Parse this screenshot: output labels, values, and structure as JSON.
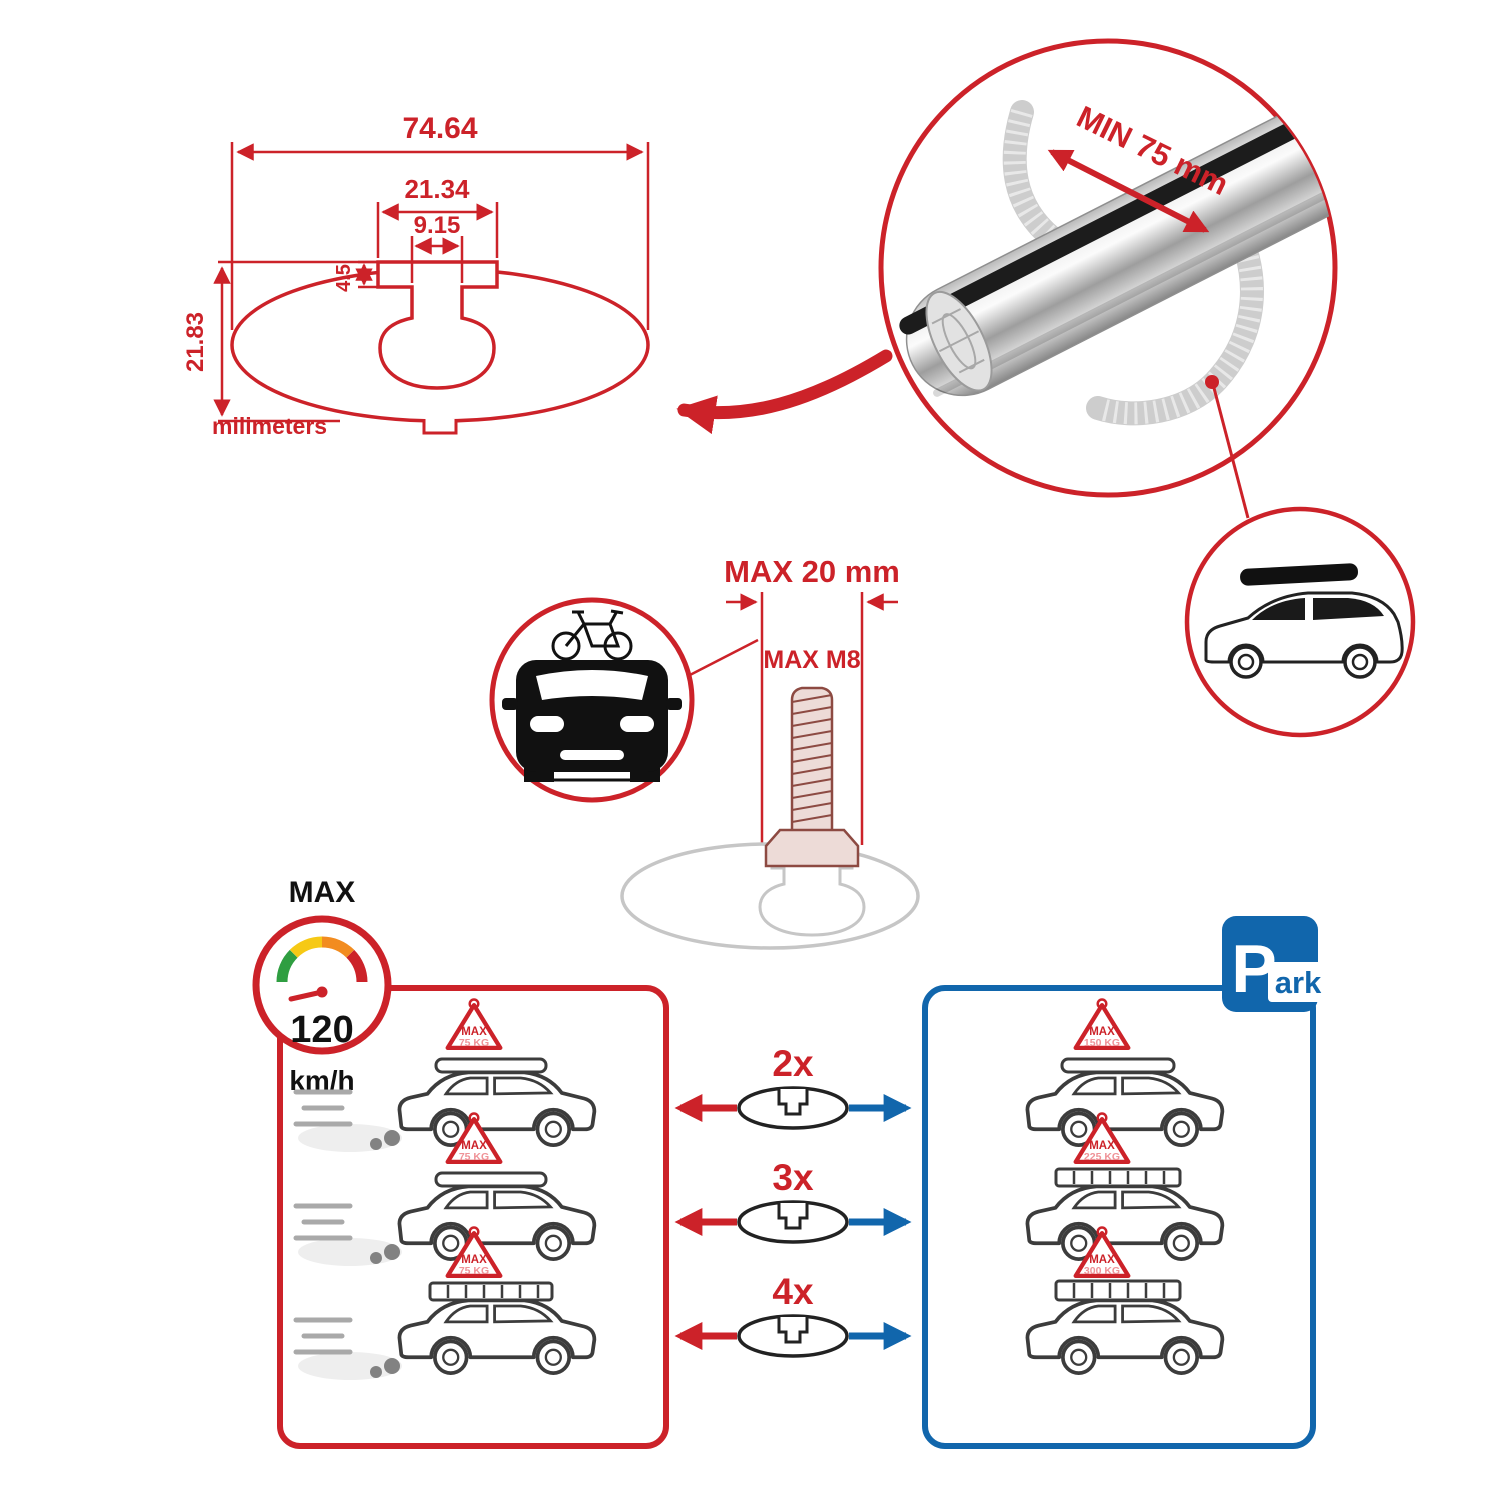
{
  "colors": {
    "red": "#cc2229",
    "blue": "#1166ac",
    "gray": "#c6c6c6",
    "black": "#111111"
  },
  "dims": {
    "total_width": "74.64",
    "channel_width": "21.34",
    "slot_width": "9.15",
    "lip_depth": "4.5",
    "total_height": "21.83",
    "unit": "milimeters"
  },
  "bar": {
    "min_span": "MIN 75 mm"
  },
  "bolt": {
    "max_width": "MAX 20 mm",
    "thread": "MAX M8"
  },
  "speed": {
    "label": "MAX",
    "value": "120",
    "unit": "km/h"
  },
  "park": {
    "letter": "P",
    "rest": "ark"
  },
  "sign": {
    "max": "MAX"
  },
  "rows": [
    {
      "count": "2x",
      "drive_kg": "75 KG",
      "park_kg": "150 KG"
    },
    {
      "count": "3x",
      "drive_kg": "75 KG",
      "park_kg": "225 KG"
    },
    {
      "count": "4x",
      "drive_kg": "75 KG",
      "park_kg": "300 KG"
    }
  ]
}
